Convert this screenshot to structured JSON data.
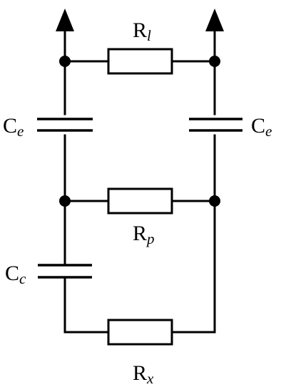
{
  "diagram": {
    "labels": {
      "r_l": {
        "base": "R",
        "sub": "l"
      },
      "c_e_left": {
        "base": "C",
        "sub": "e"
      },
      "c_e_right": {
        "base": "C",
        "sub": "e"
      },
      "r_p": {
        "base": "R",
        "sub": "p"
      },
      "c_c": {
        "base": "C",
        "sub": "c"
      },
      "r_x": {
        "base": "R",
        "sub": "x"
      }
    }
  }
}
